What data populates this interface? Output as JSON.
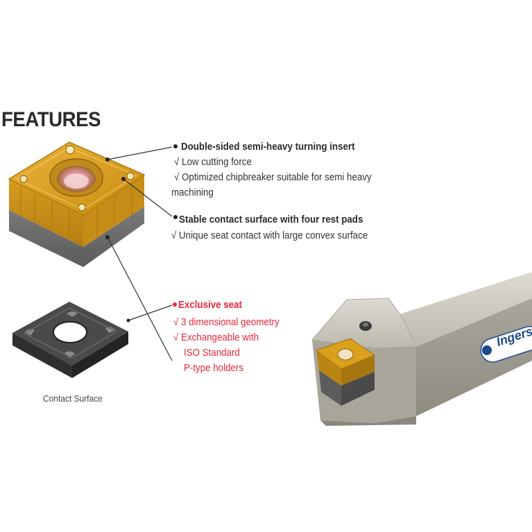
{
  "heading": "FEATURES",
  "features": [
    {
      "title": "Double-sided semi-heavy turning insert",
      "check": "√",
      "items": [
        "Low cutting force",
        "Optimized chipbreaker suitable for semi heavy",
        "machining"
      ]
    },
    {
      "title": "Stable contact surface with four rest pads",
      "check": "√",
      "items": [
        "Unique seat contact with large convex surface"
      ]
    },
    {
      "title": "Exclusive seat",
      "check": "√",
      "items": [
        "3 dimensional geometry",
        "Exchangeable with",
        "ISO Standard",
        "P-type holders"
      ]
    }
  ],
  "caption": "Contact Surface",
  "brand_badge": "Ingers",
  "colors": {
    "heading": "#2a2a2a",
    "text": "#333333",
    "highlight": "#e8273a",
    "insert_gold": "#d9a11c",
    "insert_gray": "#6d6d6d",
    "seat_black": "#3a3a3a",
    "holder": "#b9b6ac"
  },
  "icons": [
    "bullet-dot-icon",
    "check-mark-icon"
  ]
}
